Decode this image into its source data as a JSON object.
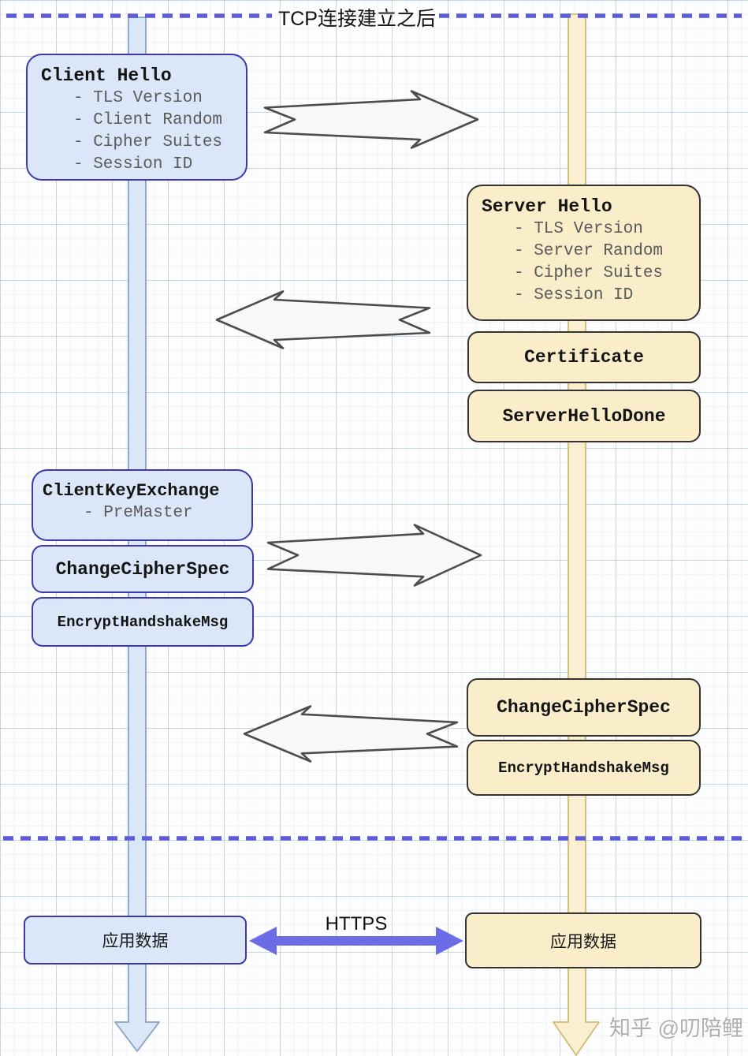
{
  "labels": {
    "tcp_established": "TCP连接建立之后",
    "https": "HTTPS"
  },
  "client": {
    "hello": {
      "title": "Client Hello",
      "items": [
        "- TLS Version",
        "- Client Random",
        "- Cipher Suites",
        "- Session ID"
      ]
    },
    "key_exchange": {
      "title": "ClientKeyExchange",
      "items": [
        "- PreMaster"
      ]
    },
    "change_cipher_spec": "ChangeCipherSpec",
    "encrypt_handshake_msg": "EncryptHandshakeMsg",
    "app_data": "应用数据"
  },
  "server": {
    "hello": {
      "title": "Server Hello",
      "items": [
        "- TLS Version",
        "- Server Random",
        "- Cipher Suites",
        "- Session ID"
      ]
    },
    "certificate": "Certificate",
    "server_hello_done": "ServerHelloDone",
    "change_cipher_spec": "ChangeCipherSpec",
    "encrypt_handshake_msg": "EncryptHandshakeMsg",
    "app_data": "应用数据"
  },
  "watermark": "知乎 @叨陪鲤",
  "colors": {
    "client_box_fill": "#dbe7f8",
    "client_box_border": "#3a3aae",
    "client_lifeline_fill": "#dae7f7",
    "server_box_fill": "#faeeca",
    "server_box_border": "#333333",
    "server_lifeline_fill": "#faf0cf",
    "dashed_line": "#5c5cd9",
    "https_arrow": "#6c6ce6",
    "block_arrow_fill": "#f8f8f8",
    "block_arrow_stroke": "#4d4d4d"
  }
}
